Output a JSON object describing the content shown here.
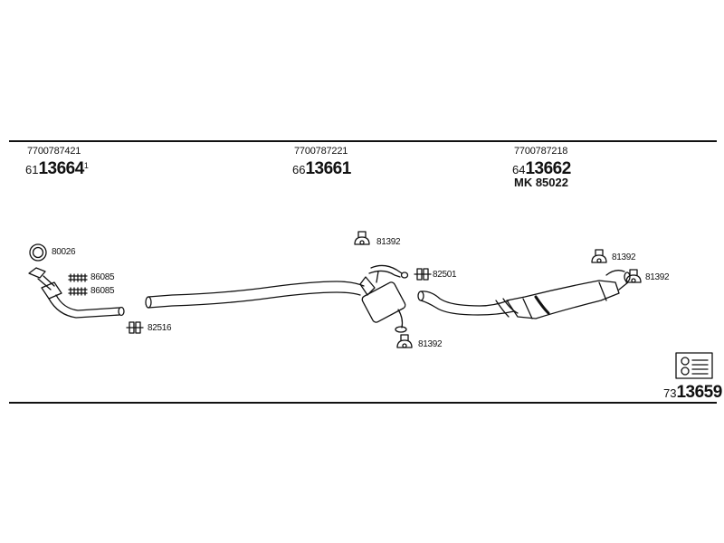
{
  "groups": [
    {
      "ref": "7700787421",
      "prefix": "61",
      "number": "13664",
      "suffix": "1"
    },
    {
      "ref": "7700787221",
      "prefix": "66",
      "number": "13661"
    },
    {
      "ref": "7700787218",
      "prefix": "64",
      "number": "13662",
      "kit": "MK  85022"
    }
  ],
  "parts": {
    "gasket_ring": "80026",
    "bolt_a": "86085",
    "bolt_b": "86085",
    "clamp_front": "82516",
    "mount_mid_top": "81392",
    "clamp_mid": "82501",
    "mount_mid_bottom": "81392",
    "mount_rear_top": "81392",
    "mount_rear_right": "81392"
  },
  "footer": {
    "prefix": "73",
    "number": "13659"
  }
}
